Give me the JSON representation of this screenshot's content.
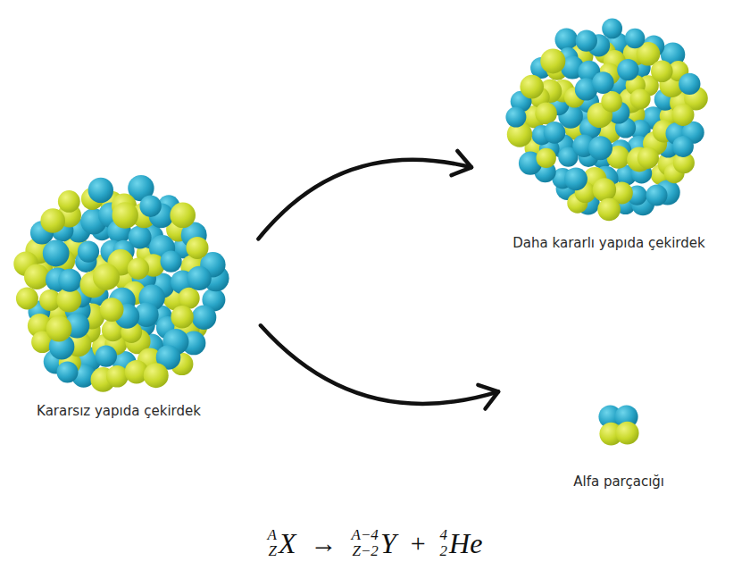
{
  "diagram": {
    "nodes": [
      {
        "text": [
          "Kararsız yapıda çekirdek"
        ]
      },
      {
        "text": [
          "Daha kararlı yapıda çekirdek"
        ]
      },
      {
        "text": [
          "Alfa parçacığı"
        ]
      }
    ],
    "edges": [
      {
        "from": 0,
        "to": 1,
        "arrow": "to"
      },
      {
        "from": 0,
        "to": 2,
        "arrow": "to"
      }
    ],
    "labels": [
      "A",
      "Z",
      "X",
      "→",
      "A−4",
      "Z−2",
      "Y",
      "+",
      "4",
      "2",
      "He"
    ]
  }
}
